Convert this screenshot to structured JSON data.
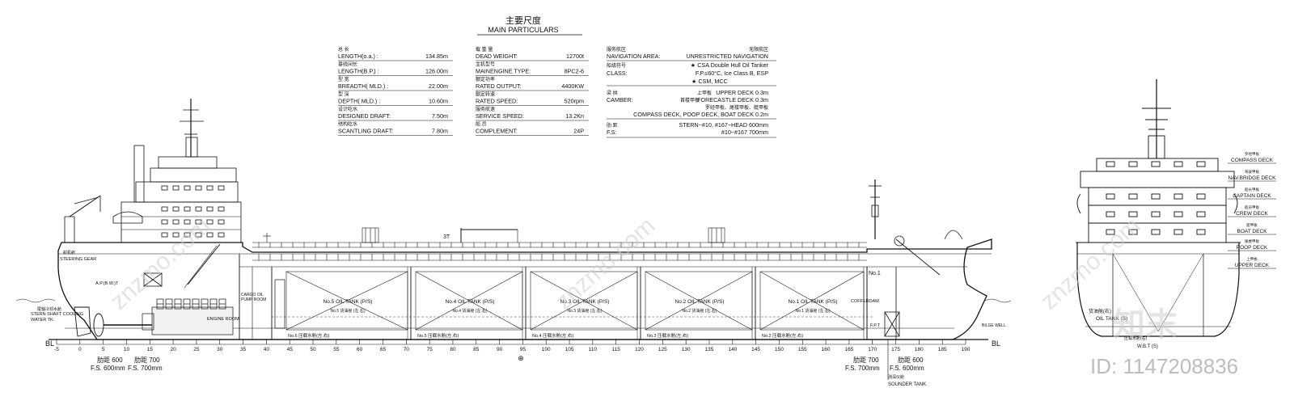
{
  "header": {
    "title_cn": "主要尺度",
    "title_en": "MAIN PARTICULARS"
  },
  "particulars": {
    "col1": [
      {
        "cn": "总 长",
        "en": "LENGTH(o.a.) :",
        "value": "134.85m"
      },
      {
        "cn": "垂线间长",
        "en": "LENGTH(B.P.) :",
        "value": "126.00m"
      },
      {
        "cn": "型 宽",
        "en": "BREADTH( MLD.) :",
        "value": "22.00m"
      },
      {
        "cn": "型 深",
        "en": "DEPTH( MLD.) :",
        "value": "10.60m"
      },
      {
        "cn": "设计吃水",
        "en": "DESIGNED DRAFT:",
        "value": "7.50m"
      },
      {
        "cn": "结构吃水",
        "en": "SCANTLING DRAFT:",
        "value": "7.80m"
      }
    ],
    "col2": [
      {
        "cn": "载 重 量",
        "en": "DEAD WEIGHT:",
        "value": "12700t"
      },
      {
        "cn": "主机型号",
        "en": "MAINENGINE TYPE:",
        "value": "8PC2-6"
      },
      {
        "cn": "额定功率",
        "en": "RATED OUTPUT:",
        "value": "4400KW"
      },
      {
        "cn": "额定转速",
        "en": "RATED SPEED:",
        "value": "520rpm"
      },
      {
        "cn": "服务航速",
        "en": "SERVICE SPEED:",
        "value": "13.2Kn"
      },
      {
        "cn": "船 员",
        "en": "COMPLEMENT:",
        "value": "24P"
      }
    ],
    "col3": {
      "navigation": {
        "cn": "服务航区",
        "en": "NAVIGATION AREA:",
        "value_cn": "无限航区",
        "value": "UNRESTRICTED NAVIGATION"
      },
      "class": {
        "cn": "船级符号",
        "en": "CLASS:",
        "lines": [
          "★ CSA Double Hull Oil Tanker",
          "F.P.≤60°C, Ice Class B, ESP",
          "★ CSM, MCC"
        ]
      },
      "camber": {
        "cn": "梁 拱",
        "en": "CAMBER:",
        "lines": [
          {
            "cn": "上甲板",
            "en": "UPPER DECK  0.3m"
          },
          {
            "cn": "首楼甲板",
            "en": "FORECASTLE DECK  0.3m"
          },
          {
            "cn": "罗经甲板、尾楼甲板、艇甲板",
            "en": ""
          },
          {
            "cn": "",
            "en": "COMPASS DECK, POOP DECK, BOAT DECK  0.2m"
          }
        ]
      },
      "frame": {
        "cn": "肋 距",
        "en": "F.S:",
        "lines": [
          "STERN~#10, #167~HEAD 600mm",
          "#10~#167 700mm"
        ]
      }
    }
  },
  "profile": {
    "bl_left": "BL",
    "bl_right": "BL",
    "frame_numbers": [
      "-5",
      "0",
      "5",
      "10",
      "15",
      "20",
      "25",
      "30",
      "35",
      "40",
      "45",
      "50",
      "55",
      "60",
      "65",
      "70",
      "75",
      "80",
      "85",
      "90",
      "95",
      "100",
      "105",
      "110",
      "115",
      "120",
      "125",
      "130",
      "135",
      "140",
      "145",
      "150",
      "155",
      "160",
      "165",
      "170",
      "175",
      "180",
      "185",
      "190"
    ],
    "midship_mark": "⊕",
    "crane_label": "3T",
    "tanks": [
      "No.5 OIL TANK (P/S)",
      "No.4 OIL TANK (P/S)",
      "No.3 OIL TANK (P/S)",
      "No.2 OIL TANK (P/S)",
      "No.1 OIL TANK (P/S)"
    ],
    "tanks_cn": [
      "No.5 货油舱 (左.右)",
      "No.4 货油舱 (左.右)",
      "No.3 货油舱 (左.右)",
      "No.2 货油舱 (左.右)",
      "No.1 货油舱 (左.右)"
    ],
    "ballast": [
      "No.6 压载水舱(左.右)",
      "No.5 压载水舱(左.右)",
      "No.4 压载水舱(左.右)",
      "No.3 压载水舱(左.右)",
      "No.2 压载水舱(左.右)"
    ],
    "labels": {
      "steering_cn": "舵机舱",
      "steering": "STEERING GEAR",
      "apt": "A.P.(B.W.)T",
      "stern_shaft_cn": "尾轴冷却水舱",
      "stern_shaft": "STERN SHAFT COOLING WATER TK.",
      "engine_room": "ENGINE ROOM",
      "cargo_pump": "CARGO OIL PUMP ROOM",
      "cofferdam": "COFFERDAM",
      "fpt": "F.P.T",
      "no1": "No.1",
      "bilge_well": "BILGE WELL",
      "sounder_cn": "测深仪舱",
      "sounder": "SOUNDER TANK"
    },
    "spacing_left": [
      {
        "cn": "肋距 600",
        "en": "F.S. 600mm"
      },
      {
        "cn": "肋距 700",
        "en": "F.S. 700mm"
      }
    ],
    "spacing_right": [
      {
        "cn": "肋距 700",
        "en": "F.S. 700mm"
      },
      {
        "cn": "肋距 600",
        "en": "F.S. 600mm"
      }
    ]
  },
  "section": {
    "decks": [
      {
        "cn": "罗经甲板",
        "en": "COMPASS DECK"
      },
      {
        "cn": "驾驶甲板",
        "en": "NAV.BRIDGE DECK"
      },
      {
        "cn": "船长甲板",
        "en": "CAPTAIN DECK"
      },
      {
        "cn": "船员甲板",
        "en": "CREW DECK"
      },
      {
        "cn": "艇甲板",
        "en": "BOAT DECK"
      },
      {
        "cn": "尾楼甲板",
        "en": "POOP DECK"
      },
      {
        "cn": "上甲板",
        "en": "UPPER DECK"
      }
    ],
    "oil_tank": "OIL TANK (S)",
    "oil_tank_cn": "货油舱(右)",
    "ballast_cn": "压载水舱(右)",
    "wbt": "W.B.T (S)"
  },
  "watermark": {
    "text": "znzmo.com",
    "logo": "知末",
    "id": "ID: 1147208836"
  },
  "colors": {
    "ink": "#111111",
    "paper": "#ffffff",
    "watermark": "#cfcfcf"
  }
}
